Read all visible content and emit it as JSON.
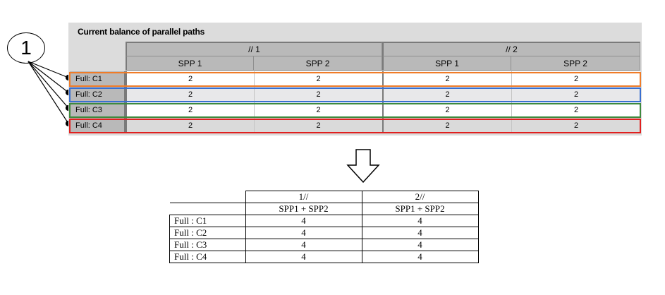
{
  "callout": {
    "number": "1"
  },
  "panel": {
    "title": "Current balance of parallel paths",
    "groups": [
      "// 1",
      "// 2"
    ],
    "subcolumns": [
      "SPP 1",
      "SPP 2",
      "SPP 1",
      "SPP 2"
    ],
    "rows": [
      {
        "label": "Full: C1",
        "values": [
          "2",
          "2",
          "2",
          "2"
        ],
        "outline": "#f07c28"
      },
      {
        "label": "Full: C2",
        "values": [
          "2",
          "2",
          "2",
          "2"
        ],
        "outline": "#3a6fd0"
      },
      {
        "label": "Full: C3",
        "values": [
          "2",
          "2",
          "2",
          "2"
        ],
        "outline": "#3e8a3e"
      },
      {
        "label": "Full: C4",
        "values": [
          "2",
          "2",
          "2",
          "2"
        ],
        "outline": "#e0201f"
      }
    ],
    "row_backgrounds": [
      "#ffffff",
      "#e8e8ea",
      "#ffffff",
      "#dadada"
    ]
  },
  "result": {
    "groups": [
      "1//",
      "2//"
    ],
    "subheaders": [
      "SPP1 + SPP2",
      "SPP1 + SPP2"
    ],
    "rows": [
      {
        "label": "Full : C1",
        "values": [
          "4",
          "4"
        ]
      },
      {
        "label": "Full : C2",
        "values": [
          "4",
          "4"
        ]
      },
      {
        "label": "Full : C3",
        "values": [
          "4",
          "4"
        ]
      },
      {
        "label": "Full : C4",
        "values": [
          "4",
          "4"
        ]
      }
    ]
  }
}
